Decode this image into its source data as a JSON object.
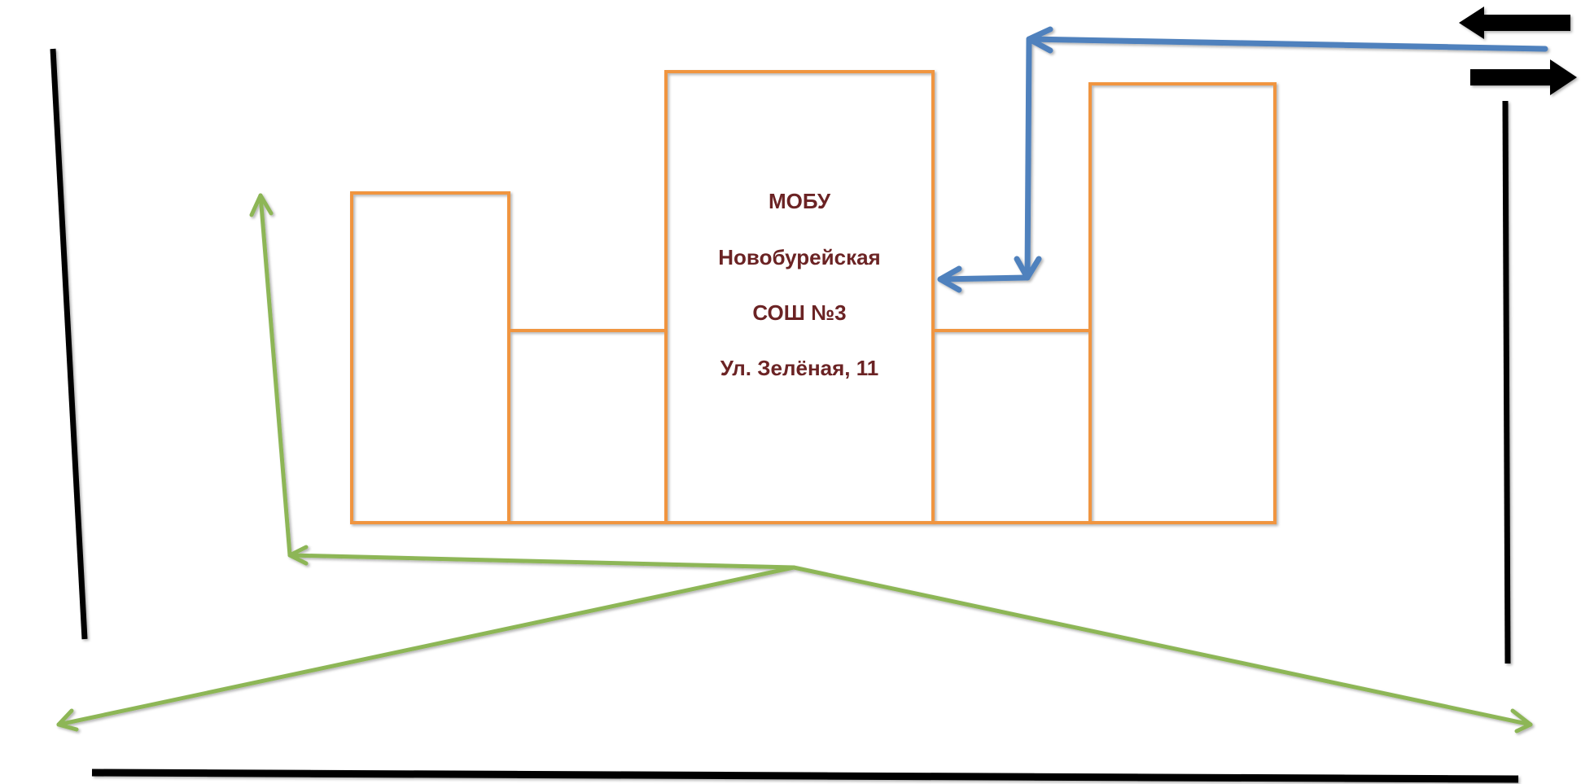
{
  "colors": {
    "building_outline": "#F0953F",
    "route_blue": "#4F81BD",
    "route_green": "#8DB657",
    "entrance_red": "#C0504D",
    "road_black": "#000000",
    "label_text": "#6B2324",
    "background": "#FFFFFF"
  },
  "school_label": {
    "line1": "МОБУ",
    "line2": "Новобурейская",
    "line3": "СОШ №3",
    "line4": "Ул. Зелёная, 11"
  },
  "legend_icons": {
    "traffic_left": "arrow-left-icon",
    "traffic_right": "arrow-right-icon"
  }
}
